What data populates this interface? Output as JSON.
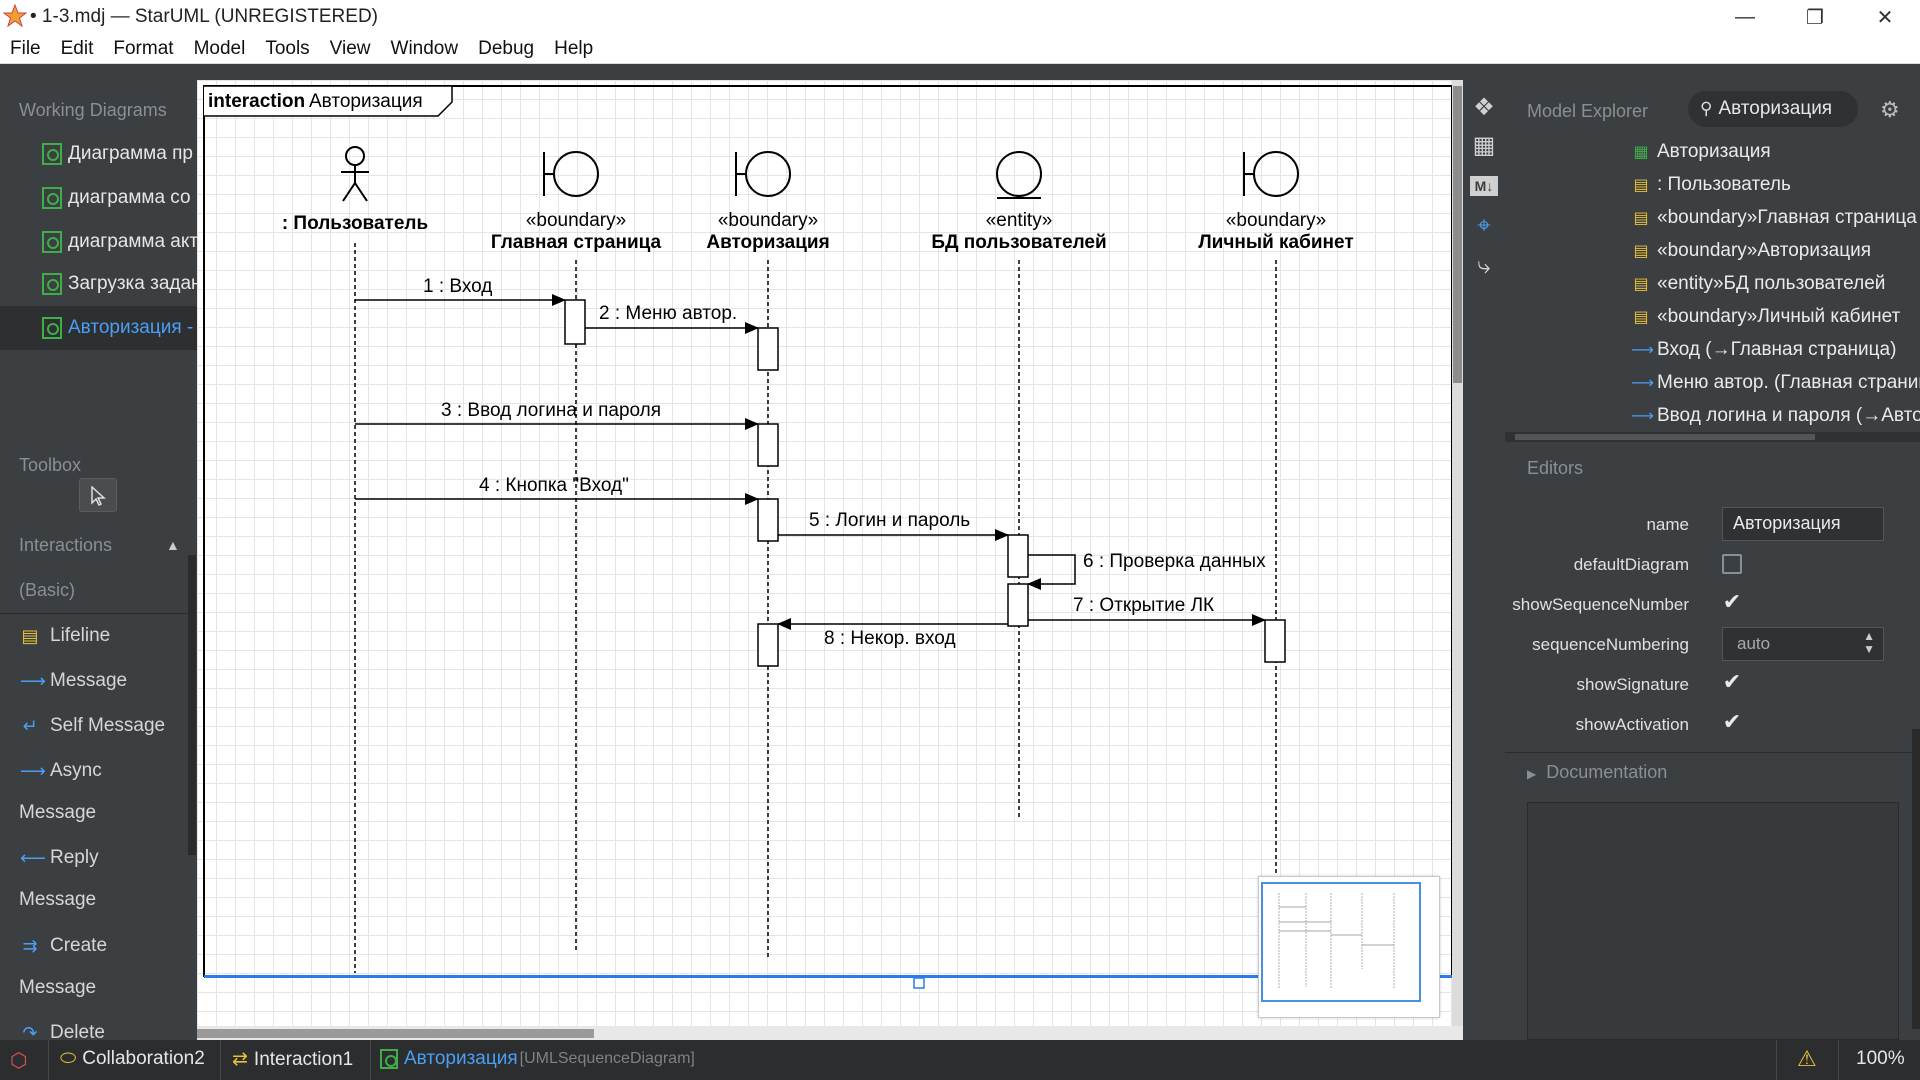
{
  "window": {
    "title": "• 1-3.mdj — StarUML (UNREGISTERED)",
    "minimize_icon": "minimize-icon",
    "maximize_icon": "restore-icon",
    "close_icon": "close-icon"
  },
  "menu": [
    "File",
    "Edit",
    "Format",
    "Model",
    "Tools",
    "View",
    "Window",
    "Debug",
    "Help"
  ],
  "working_diagrams": {
    "title": "Working Diagrams",
    "items": [
      {
        "label": "Диаграмма пр"
      },
      {
        "label": "диаграмма со"
      },
      {
        "label": "диаграмма акт"
      },
      {
        "label": "Загрузка задан"
      },
      {
        "label": "Авторизация -"
      }
    ]
  },
  "toolbox": {
    "title": "Toolbox",
    "group_title": "Interactions",
    "group_subtitle": "(Basic)",
    "items": [
      {
        "label": "Lifeline",
        "icon": "lifeline-icon"
      },
      {
        "label": "Message",
        "icon": "message-arrow-icon"
      },
      {
        "label": "Self Message",
        "icon": "self-message-icon"
      },
      {
        "label": "Async",
        "icon": "async-message-icon"
      },
      {
        "label": "Message",
        "icon": ""
      },
      {
        "label": "Reply",
        "icon": "reply-message-icon"
      },
      {
        "label": "Message",
        "icon": ""
      },
      {
        "label": "Create",
        "icon": "create-message-icon"
      },
      {
        "label": "Message",
        "icon": ""
      },
      {
        "label": "Delete",
        "icon": "delete-message-icon"
      }
    ]
  },
  "diagram": {
    "frame_keyword": "interaction",
    "frame_name": "Авторизация",
    "lifelines": [
      {
        "stereotype": "",
        "name": ": Пользователь",
        "kind": "actor"
      },
      {
        "stereotype": "«boundary»",
        "name": "Главная страница",
        "kind": "boundary"
      },
      {
        "stereotype": "«boundary»",
        "name": "Авторизация",
        "kind": "boundary"
      },
      {
        "stereotype": "«entity»",
        "name": "БД пользователей",
        "kind": "entity"
      },
      {
        "stereotype": "«boundary»",
        "name": "Личный кабинет",
        "kind": "boundary"
      }
    ],
    "messages": [
      {
        "label": "1 : Вход",
        "from": 0,
        "to": 1
      },
      {
        "label": "2 : Меню автор.",
        "from": 1,
        "to": 2
      },
      {
        "label": "3 : Ввод логина и пароля",
        "from": 0,
        "to": 2
      },
      {
        "label": "4 : Кнопка \"Вход\"",
        "from": 0,
        "to": 2
      },
      {
        "label": "5 : Логин и пароль",
        "from": 2,
        "to": 3
      },
      {
        "label": "6 : Проверка данных",
        "from": 3,
        "to": 3
      },
      {
        "label": "7 : Открытие ЛК",
        "from": 3,
        "to": 4
      },
      {
        "label": "8 : Некор. вход",
        "from": 3,
        "to": 2
      }
    ]
  },
  "right_tools": [
    "extensions-icon",
    "layout-icon",
    "markdown-icon",
    "locate-icon",
    "share-icon"
  ],
  "model_explorer": {
    "title": "Model Explorer",
    "search_value": "Авторизация",
    "items": [
      {
        "label": "Авторизация",
        "icon": "sequence-diagram-icon"
      },
      {
        "label": ": Пользователь",
        "icon": "lifeline-icon"
      },
      {
        "label": "«boundary»Главная страница",
        "icon": "lifeline-icon"
      },
      {
        "label": "«boundary»Авторизация",
        "icon": "lifeline-icon"
      },
      {
        "label": "«entity»БД пользователей",
        "icon": "lifeline-icon"
      },
      {
        "label": "«boundary»Личный кабинет",
        "icon": "lifeline-icon"
      },
      {
        "label": "Вход (→Главная страница)",
        "icon": "message-icon"
      },
      {
        "label": "Меню автор. (Главная страница",
        "icon": "message-icon"
      },
      {
        "label": "Ввод логина и пароля (→Автор",
        "icon": "message-icon"
      }
    ]
  },
  "editors": {
    "title": "Editors",
    "properties": {
      "name_label": "name",
      "name_value": "Авторизация",
      "default_diagram_label": "defaultDiagram",
      "default_diagram_checked": false,
      "show_sequence_number_label": "showSequenceNumber",
      "show_sequence_number_checked": true,
      "sequence_numbering_label": "sequenceNumbering",
      "sequence_numbering_value": "auto",
      "show_signature_label": "showSignature",
      "show_signature_checked": true,
      "show_activation_label": "showActivation",
      "show_activation_checked": true
    },
    "documentation_label": "Documentation"
  },
  "statusbar": {
    "items": [
      {
        "label": "Collaboration2",
        "sub": ""
      },
      {
        "label": "Interaction1",
        "sub": ""
      },
      {
        "label": "Авторизация",
        "sub": "[UMLSequenceDiagram]"
      }
    ],
    "zoom": "100%"
  },
  "colors": {
    "accent": "#4a9ff5",
    "panel_bg": "#3c3f41",
    "diagram_icon": "#3fae49",
    "lifeline_icon": "#e8c136"
  }
}
